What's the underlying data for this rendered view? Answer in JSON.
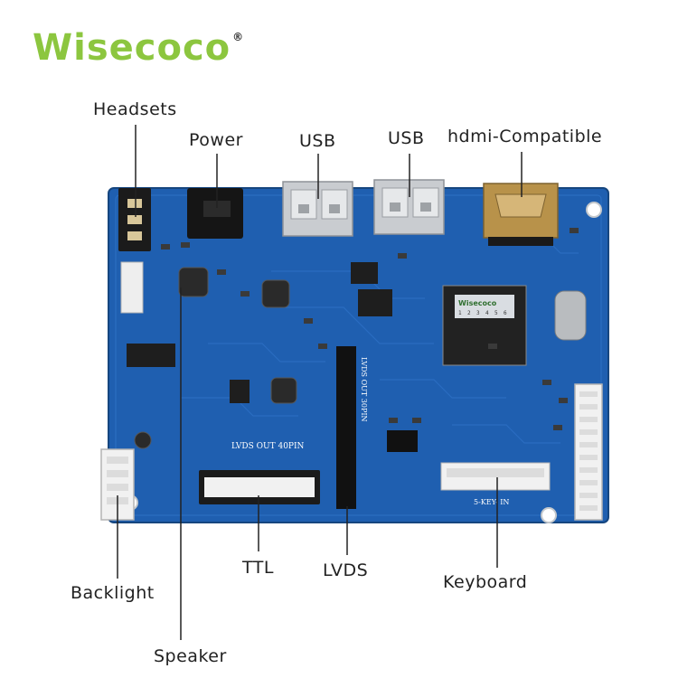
{
  "brand": {
    "logo_text": "Wisecoco",
    "registered_mark": "®"
  },
  "labels": {
    "headsets": "Headsets",
    "power": "Power",
    "usb1": "USB",
    "usb2": "USB",
    "hdmi": "hdmi-Compatible",
    "backlight": "Backlight",
    "ttl": "TTL",
    "lvds": "LVDS",
    "keyboard": "Keyboard",
    "speaker": "Speaker"
  },
  "silkscreen": {
    "lvds_out_40pin": "LVDS OUT 40PIN",
    "lvds_out_30pin": "LVDS OUT 30PIN",
    "key_in": "5-KEY- IN",
    "chip_brand": "Wisecoco",
    "chip_cells": [
      "1",
      "2",
      "3",
      "4",
      "5",
      "6"
    ]
  },
  "colors": {
    "pcb": "#1f5fb0",
    "pcb_dark": "#174a8c",
    "connector_silver": "#c9ccd0",
    "hdmi_gold": "#b8924a",
    "logo_green": "#8cc63f",
    "logo_gray": "#7d8a96"
  }
}
